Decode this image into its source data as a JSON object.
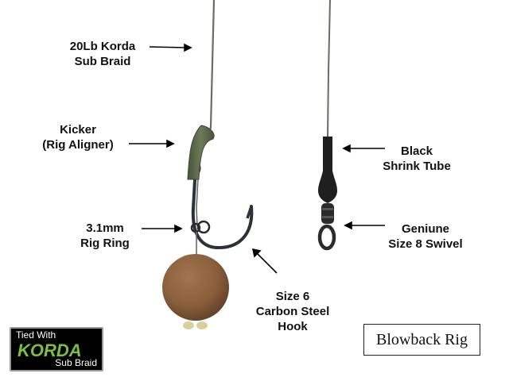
{
  "labels": {
    "braid": [
      "20Lb Korda",
      "Sub Braid"
    ],
    "kicker": [
      "Kicker",
      "(Rig Aligner)"
    ],
    "ring": [
      "3.1mm",
      "Rig Ring"
    ],
    "hook": [
      "Size 6",
      "Carbon Steel",
      "Hook"
    ],
    "shrink": [
      "Black",
      "Shrink Tube"
    ],
    "swivel": [
      "Geniune",
      "Size 8 Swivel"
    ]
  },
  "title": "Blowback Rig",
  "badge": {
    "tied_with": "Tied With",
    "brand": "KORDA",
    "product": "Sub Braid"
  },
  "colors": {
    "braid": "#6b6b62",
    "kicker": "#5c6a4a",
    "hook": "#2c3139",
    "boilie": "#8a5f3c",
    "brand": "#7ac143",
    "shrink_tube": "#1f1f1f"
  }
}
